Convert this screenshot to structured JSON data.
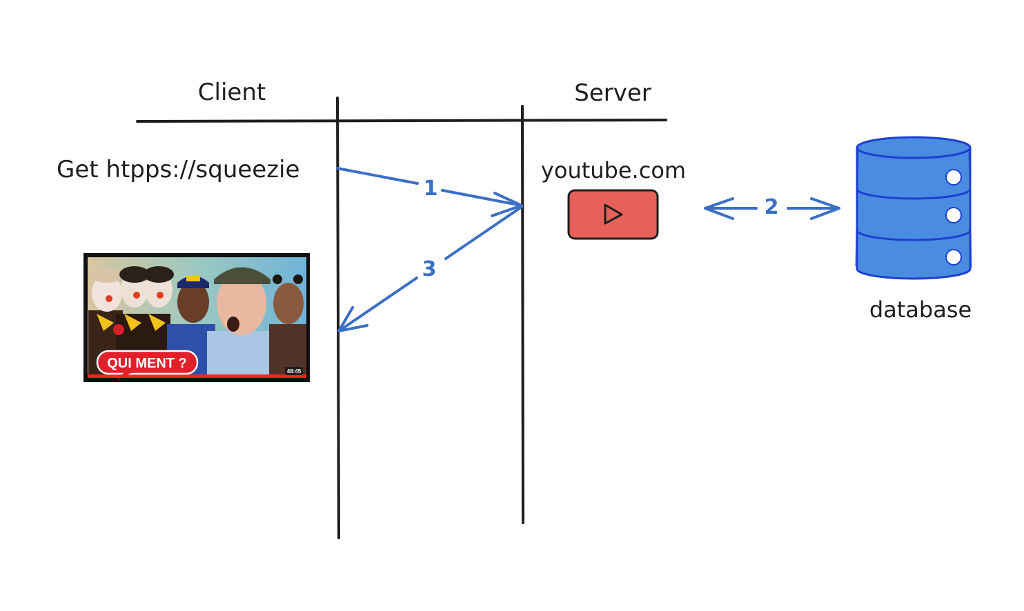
{
  "headers": {
    "client": "Client",
    "server": "Server"
  },
  "request": {
    "text": "Get htpps://squeezie"
  },
  "server_node": {
    "label": "youtube.com",
    "icon": "youtube-play-icon"
  },
  "database_node": {
    "label": "database",
    "icon": "database-cylinder-icon"
  },
  "arrows": {
    "step1": "1",
    "step2": "2",
    "step3": "3"
  },
  "video_thumbnail": {
    "badge": "QUI MENT ?",
    "duration": "48:45"
  },
  "colors": {
    "ink": "#1e1e1e",
    "arrow_blue": "#3a6fc4",
    "play_button_fill": "#e8605a",
    "database_fill": "#4a8ce0",
    "database_stroke": "#1e3fd0",
    "badge_red": "#e0202a"
  }
}
